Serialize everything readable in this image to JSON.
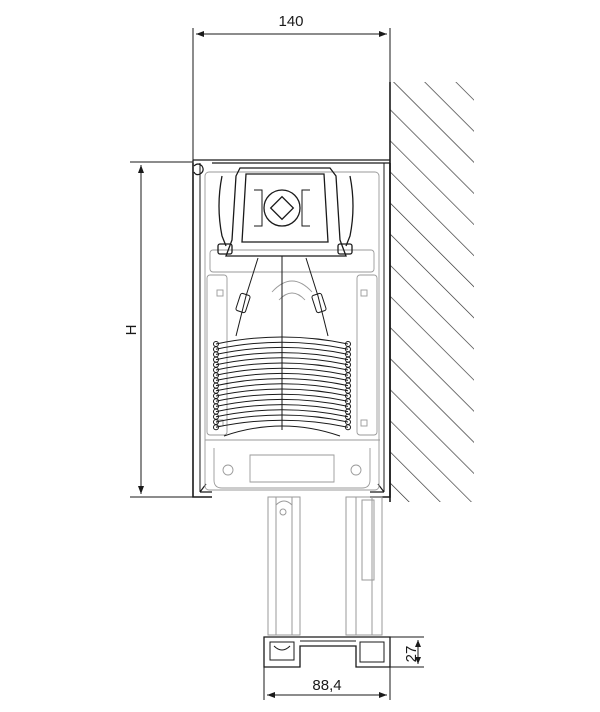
{
  "dimensions": {
    "width_top": "140",
    "height": "H",
    "profile_width": "88,4",
    "profile_height": "27"
  },
  "colors": {
    "line": "#1a1a1a",
    "light_line": "#9a9a9a",
    "hatch": "#2a2a2a",
    "background": "#ffffff"
  }
}
